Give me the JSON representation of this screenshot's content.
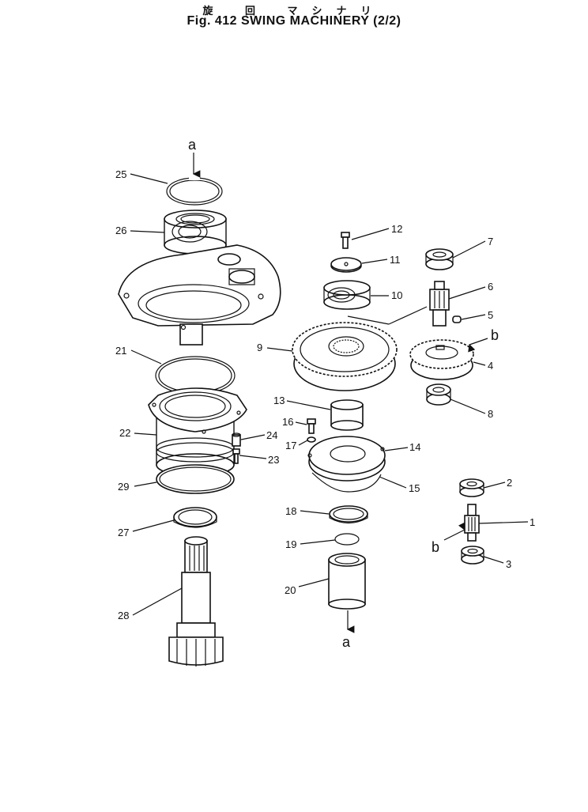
{
  "title": {
    "japanese": "旋 回 マシナリ",
    "english": "Fig. 412 SWING MACHINERY (2/2)"
  },
  "callouts": {
    "a_top": "a",
    "a_bottom": "a",
    "b_right": "b",
    "b_left": "b"
  },
  "parts": {
    "p1": "1",
    "p2": "2",
    "p3": "3",
    "p4": "4",
    "p5": "5",
    "p6": "6",
    "p7": "7",
    "p8": "8",
    "p9": "9",
    "p10": "10",
    "p11": "11",
    "p12": "12",
    "p13": "13",
    "p14": "14",
    "p15": "15",
    "p16": "16",
    "p17": "17",
    "p18": "18",
    "p19": "19",
    "p20": "20",
    "p21": "21",
    "p22": "22",
    "p23": "23",
    "p24": "24",
    "p25": "25",
    "p26": "26",
    "p27": "27",
    "p28": "28",
    "p29": "29"
  }
}
